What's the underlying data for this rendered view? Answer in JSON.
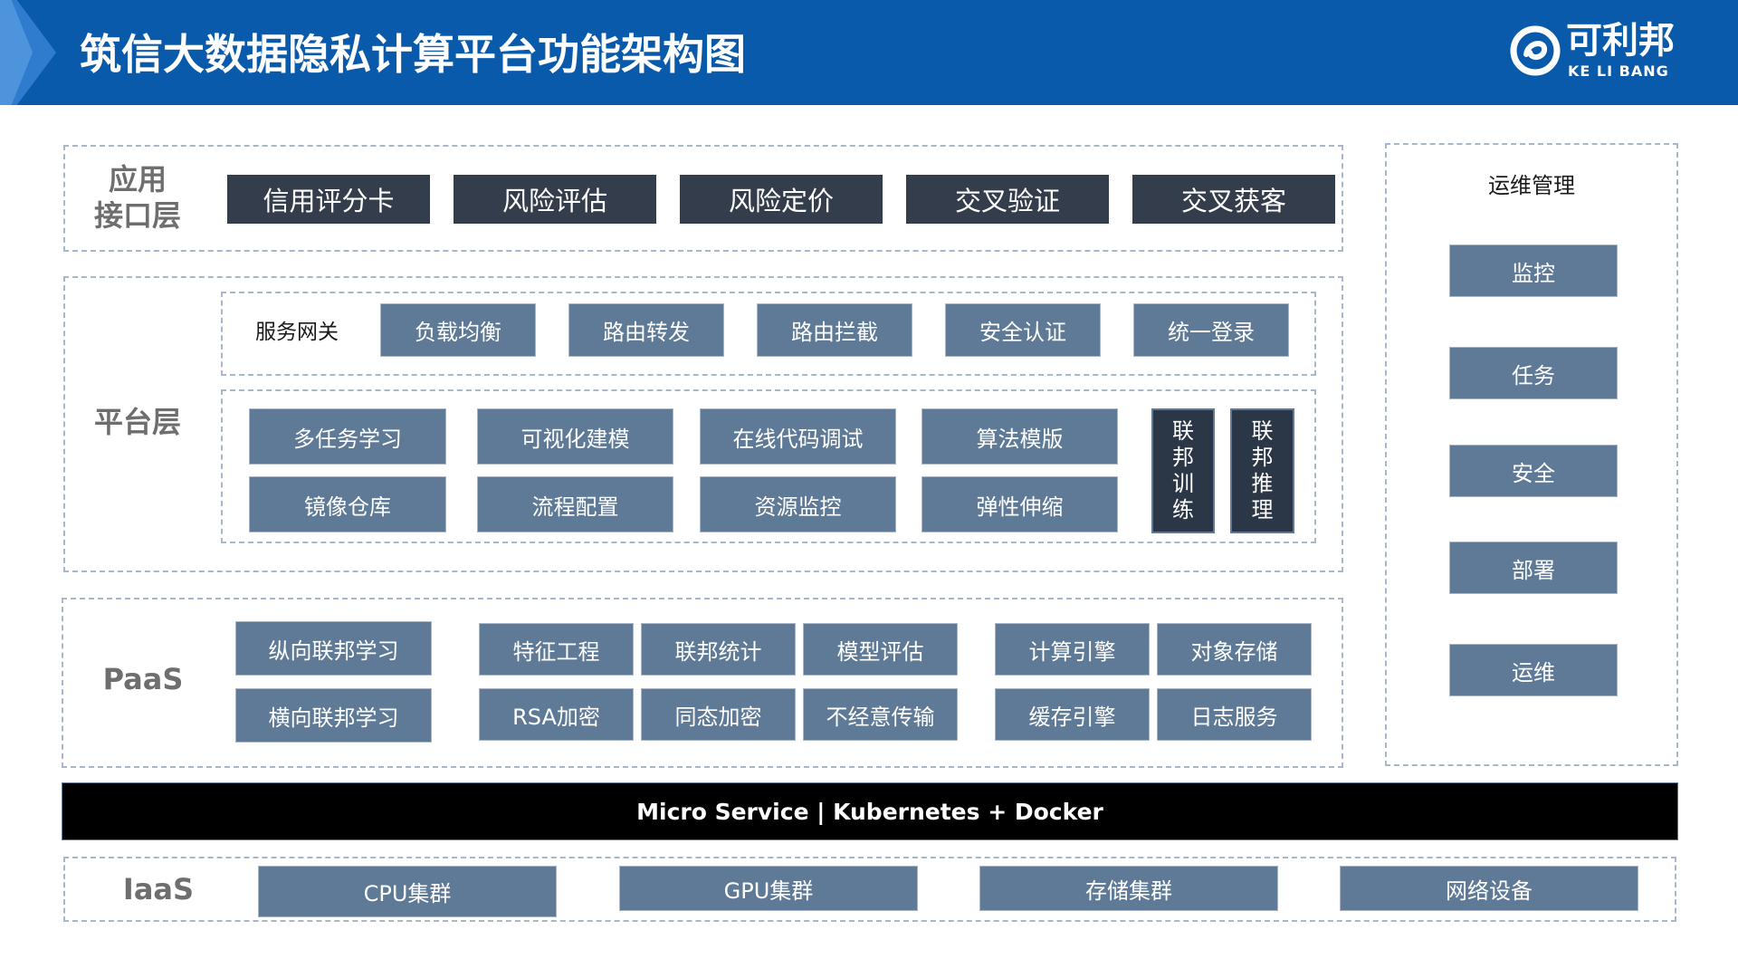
{
  "header": {
    "title": "筑信大数据隐私计算平台功能架构图",
    "logo_cn": "可利邦",
    "logo_en": "KE LI BANG"
  },
  "colors": {
    "header_bg": "#0a5aab",
    "dark_box": "#333d4b",
    "mid_box": "#5f7a96",
    "dashed_border": "#a8b8cc",
    "bar_bg": "#000000"
  },
  "app_layer": {
    "label": "应用接口层",
    "label_line1": "应用",
    "label_line2": "接口层",
    "items": [
      "信用评分卡",
      "风险评估",
      "风险定价",
      "交叉验证",
      "交叉获客"
    ]
  },
  "platform_layer": {
    "label": "平台层",
    "gateway": {
      "label": "服务网关",
      "items": [
        "负载均衡",
        "路由转发",
        "路由拦截",
        "安全认证",
        "统一登录"
      ]
    },
    "grid": {
      "row1": [
        "多任务学习",
        "可视化建模",
        "在线代码调试",
        "算法模版"
      ],
      "row2": [
        "镜像仓库",
        "流程配置",
        "资源监控",
        "弹性伸缩"
      ]
    },
    "vertical": [
      {
        "text": "联邦训练",
        "chars": [
          "联",
          "邦",
          "训",
          "练"
        ]
      },
      {
        "text": "联邦推理",
        "chars": [
          "联",
          "邦",
          "推",
          "理"
        ]
      }
    ]
  },
  "paas_layer": {
    "label": "PaaS",
    "col1": [
      "纵向联邦学习",
      "横向联邦学习"
    ],
    "col2_row1": [
      "特征工程",
      "联邦统计",
      "模型评估"
    ],
    "col2_row2": [
      "RSA加密",
      "同态加密",
      "不经意传输"
    ],
    "col3_row1": [
      "计算引擎",
      "对象存储"
    ],
    "col3_row2": [
      "缓存引擎",
      "日志服务"
    ]
  },
  "infra_bar": "Micro Service | Kubernetes + Docker",
  "iaas_layer": {
    "label": "IaaS",
    "items": [
      "CPU集群",
      "GPU集群",
      "存储集群",
      "网络设备"
    ]
  },
  "ops": {
    "title": "运维管理",
    "items": [
      "监控",
      "任务",
      "安全",
      "部署",
      "运维"
    ]
  }
}
